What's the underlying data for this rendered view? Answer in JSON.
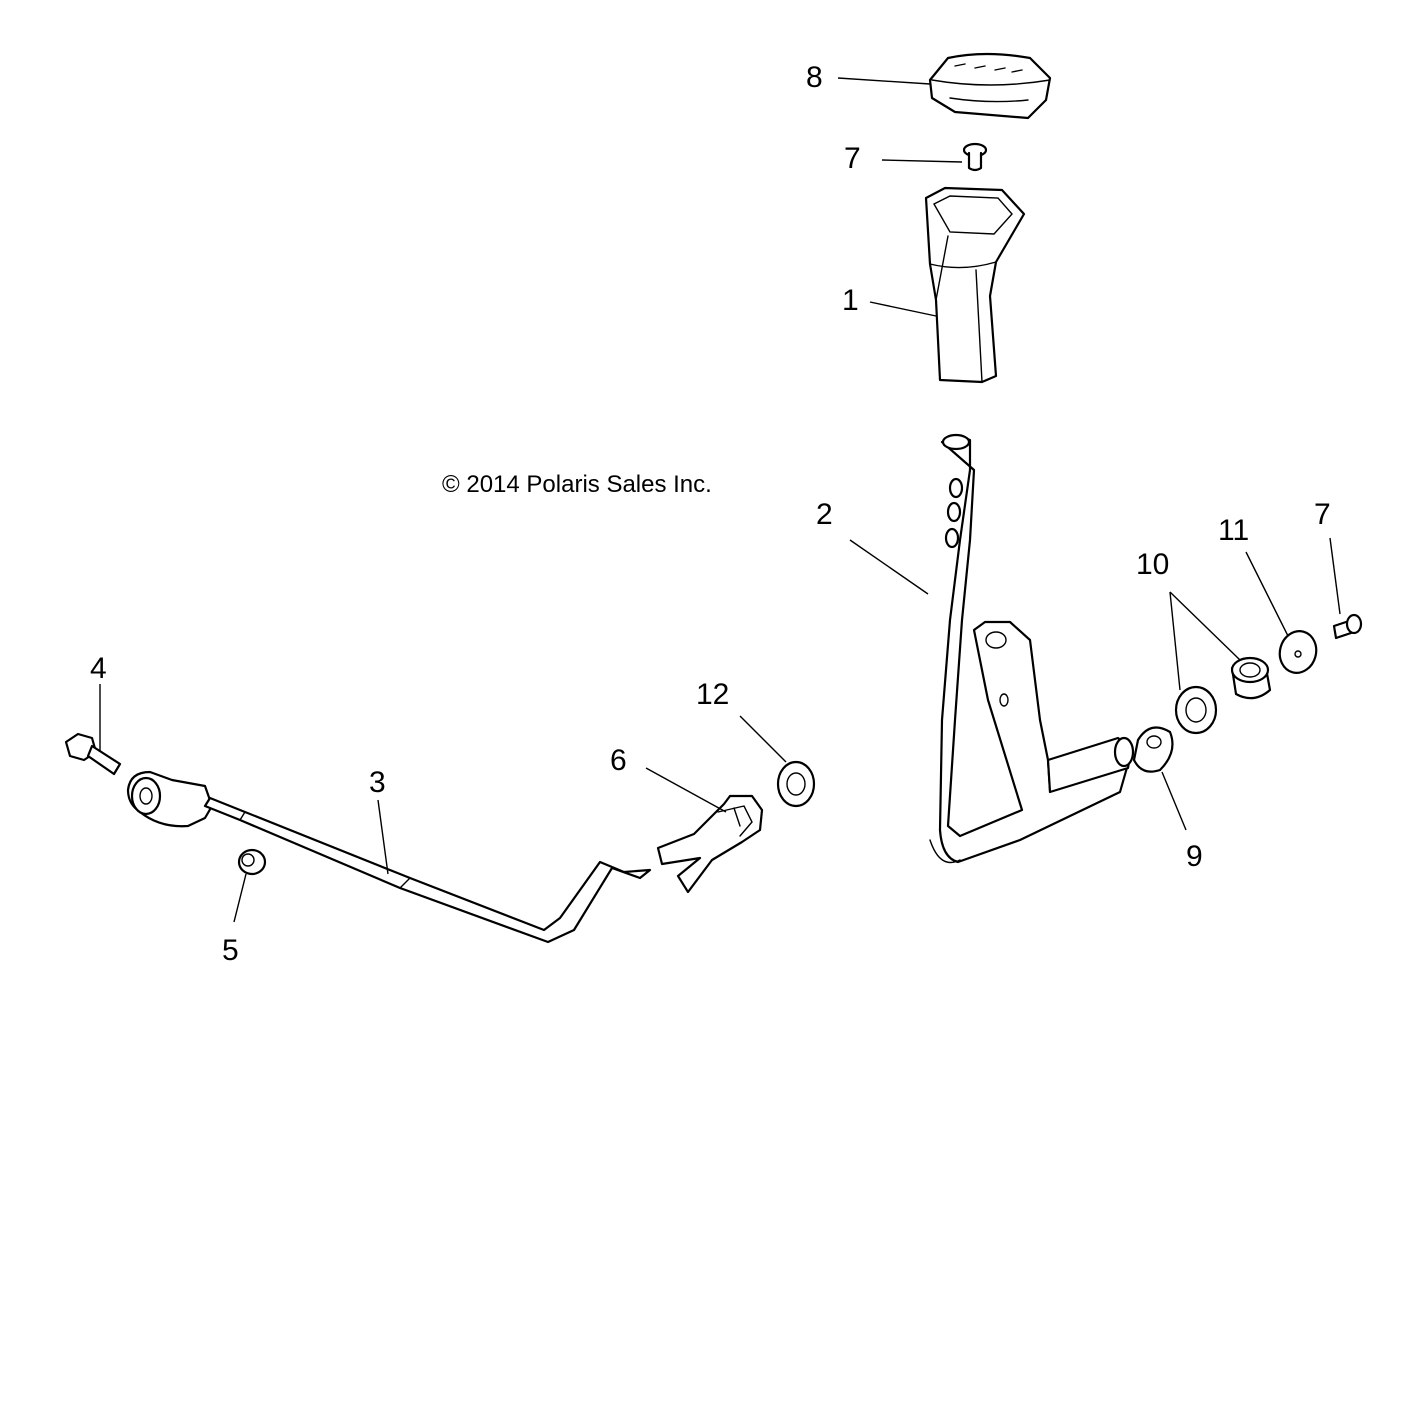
{
  "copyright": "© 2014 Polaris Sales Inc.",
  "callouts": {
    "c8": "8",
    "c7_top": "7",
    "c1": "1",
    "c2": "2",
    "c10": "10",
    "c11": "11",
    "c7_right": "7",
    "c4": "4",
    "c12": "12",
    "c6": "6",
    "c3": "3",
    "c5": "5",
    "c9": "9"
  }
}
